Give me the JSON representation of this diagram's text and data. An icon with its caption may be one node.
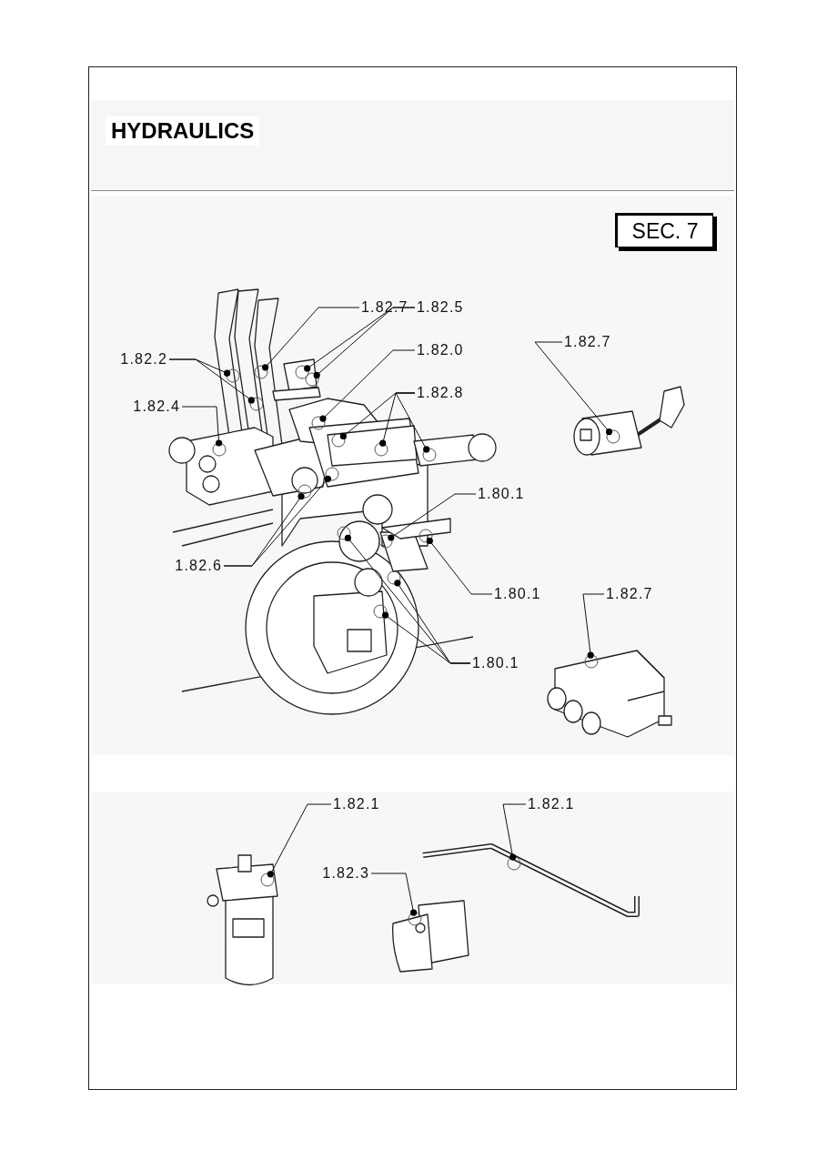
{
  "diagram": {
    "title": "HYDRAULICS",
    "nodes": [
      {
        "text": [
          "SEC. 7"
        ]
      },
      {
        "text": [
          "1.82.7"
        ]
      },
      {
        "text": [],
        "shape": "circle"
      },
      {
        "text": [
          "1.82.5"
        ]
      },
      {
        "text": [],
        "shape": "circle"
      },
      {
        "text": [],
        "shape": "circle"
      },
      {
        "text": [
          "1.82.7"
        ]
      },
      {
        "text": [],
        "shape": "circle"
      },
      {
        "text": [
          "1.82.0"
        ]
      },
      {
        "text": [],
        "shape": "circle"
      },
      {
        "text": [
          "1.82.2"
        ]
      },
      {
        "text": [],
        "shape": "circle"
      },
      {
        "text": [],
        "shape": "circle"
      },
      {
        "text": [
          "1.82.8"
        ]
      },
      {
        "text": [],
        "shape": "circle"
      },
      {
        "text": [],
        "shape": "circle"
      },
      {
        "text": [],
        "shape": "circle"
      },
      {
        "text": [
          "1.82.4"
        ]
      },
      {
        "text": [],
        "shape": "circle"
      },
      {
        "text": [
          "1.80.1"
        ]
      },
      {
        "text": [],
        "shape": "circle"
      },
      {
        "text": [
          "1.82.6"
        ]
      },
      {
        "text": [],
        "shape": "circle"
      },
      {
        "text": [],
        "shape": "circle"
      },
      {
        "text": [
          "1.80.1"
        ]
      },
      {
        "text": [],
        "shape": "circle"
      },
      {
        "text": [
          "1.82.7"
        ]
      },
      {
        "text": [],
        "shape": "circle"
      },
      {
        "text": [
          "1.80.1"
        ]
      },
      {
        "text": [],
        "shape": "circle"
      },
      {
        "text": [],
        "shape": "circle"
      },
      {
        "text": [],
        "shape": "circle"
      },
      {
        "text": [
          "1.82.1"
        ]
      },
      {
        "text": [],
        "shape": "circle"
      },
      {
        "text": [
          "1.82.1"
        ]
      },
      {
        "text": [],
        "shape": "circle"
      },
      {
        "text": [
          "1.82.3"
        ]
      },
      {
        "text": [],
        "shape": "circle"
      }
    ],
    "edges": [
      {
        "from": 1,
        "to": 2,
        "arrow": "other"
      },
      {
        "from": 3,
        "to": 4,
        "arrow": "other"
      },
      {
        "from": 3,
        "to": 5,
        "arrow": "other"
      },
      {
        "from": 6,
        "to": 7,
        "arrow": "other"
      },
      {
        "from": 8,
        "to": 9,
        "arrow": "other"
      },
      {
        "from": 10,
        "to": 11,
        "arrow": "other"
      },
      {
        "from": 10,
        "to": 12,
        "arrow": "other"
      },
      {
        "from": 13,
        "to": 14,
        "arrow": "other"
      },
      {
        "from": 13,
        "to": 15,
        "arrow": "other"
      },
      {
        "from": 13,
        "to": 16,
        "arrow": "other"
      },
      {
        "from": 17,
        "to": 18,
        "arrow": "other"
      },
      {
        "from": 19,
        "to": 20,
        "arrow": "other"
      },
      {
        "from": 21,
        "to": 22,
        "arrow": "other"
      },
      {
        "from": 21,
        "to": 23,
        "arrow": "other"
      },
      {
        "from": 24,
        "to": 25,
        "arrow": "other"
      },
      {
        "from": 26,
        "to": 27,
        "arrow": "other"
      },
      {
        "from": 28,
        "to": 29,
        "arrow": "other"
      },
      {
        "from": 28,
        "to": 30,
        "arrow": "other"
      },
      {
        "from": 28,
        "to": 31,
        "arrow": "other"
      },
      {
        "from": 32,
        "to": 33,
        "arrow": "other"
      },
      {
        "from": 34,
        "to": 35,
        "arrow": "other"
      },
      {
        "from": 36,
        "to": 37,
        "arrow": "other"
      }
    ]
  }
}
